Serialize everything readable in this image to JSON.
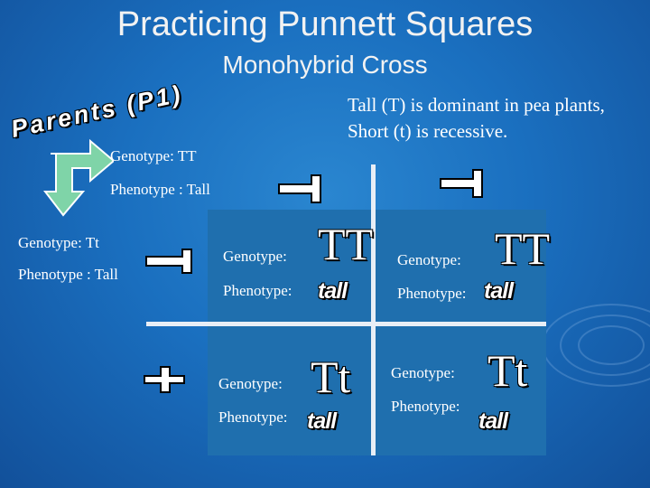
{
  "slide": {
    "title": "Practicing Punnett Squares",
    "subtitle": "Monohybrid Cross",
    "rule_line1": "Tall (T) is dominant in pea plants,",
    "rule_line2": "Short (t) is recessive.",
    "parents_label": "Parents (P1)"
  },
  "parent_top": {
    "genotype": "Genotype: TT",
    "phenotype": "Phenotype : Tall"
  },
  "parent_left": {
    "genotype": "Genotype: Tt",
    "phenotype": "Phenotype : Tall"
  },
  "cells": [
    {
      "genotype_label": "Genotype:",
      "phenotype_label": "Phenotype:",
      "genotype_value": "TT",
      "phenotype_value": "tall"
    },
    {
      "genotype_label": "Genotype:",
      "phenotype_label": "Phenotype:",
      "genotype_value": "TT",
      "phenotype_value": "tall"
    },
    {
      "genotype_label": "Genotype:",
      "phenotype_label": "Phenotype:",
      "genotype_value": "Tt",
      "phenotype_value": "tall"
    },
    {
      "genotype_label": "Genotype:",
      "phenotype_label": "Phenotype:",
      "genotype_value": "Tt",
      "phenotype_value": "tall"
    }
  ],
  "colors": {
    "background": "#1a6fbf",
    "square_fill": "#1f6fae",
    "arrow_green": "#7fd4a8"
  },
  "icons": [
    "bent-arrow-icon",
    "allele-T-shape-icon",
    "allele-t-shape-icon"
  ]
}
